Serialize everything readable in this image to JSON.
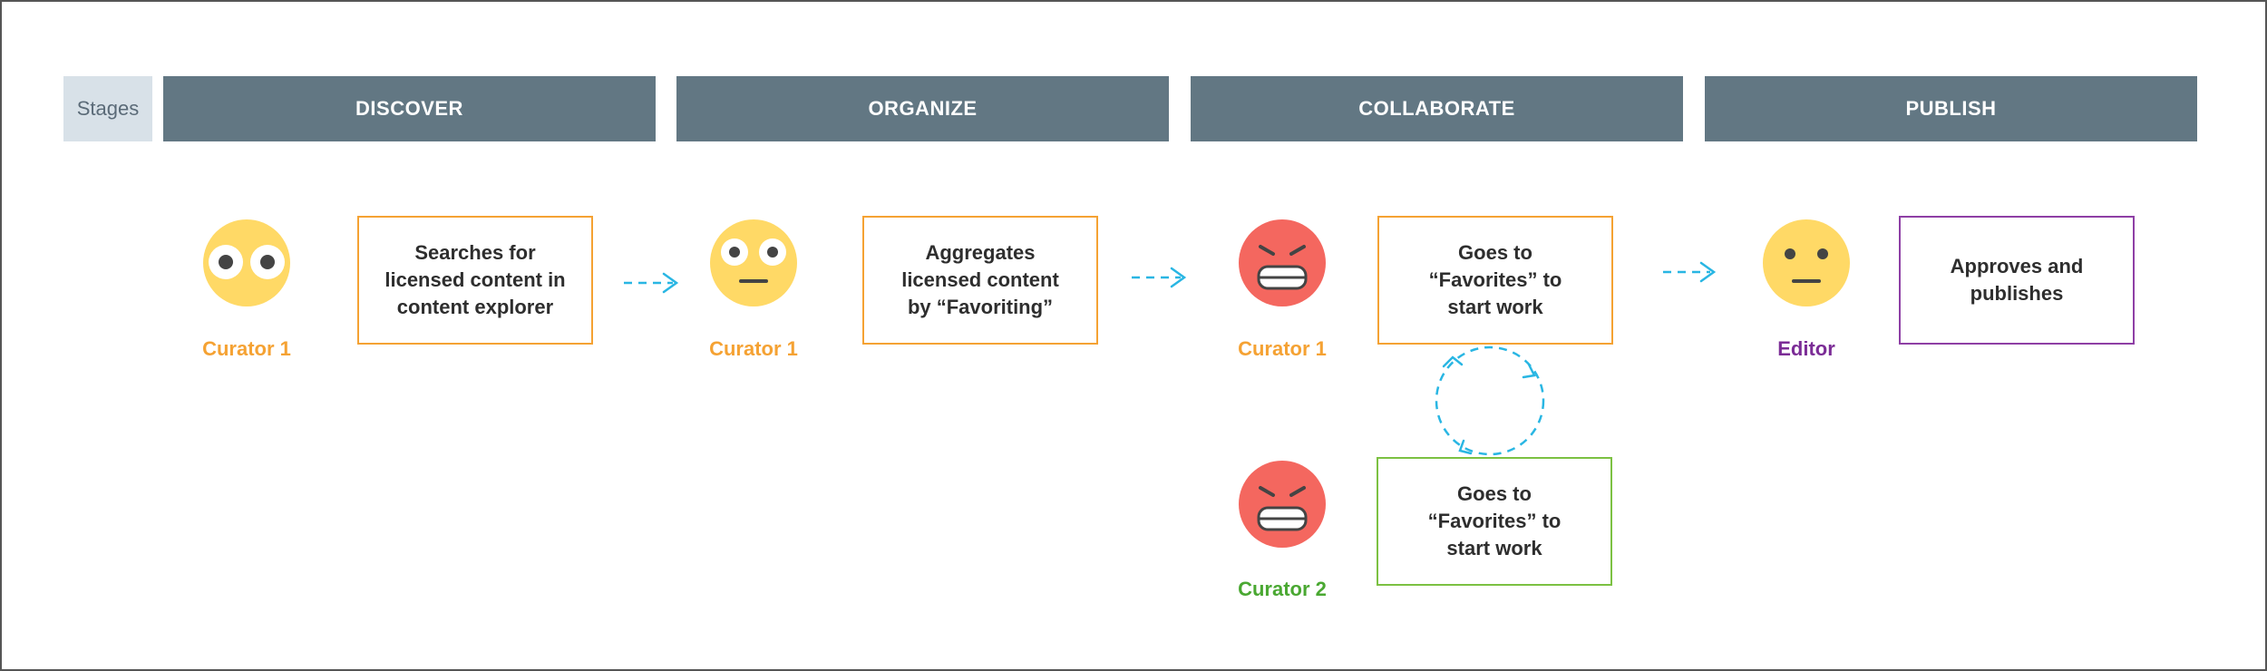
{
  "stages_label": "Stages",
  "stages": [
    "DISCOVER",
    "ORGANIZE",
    "COLLABORATE",
    "PUBLISH"
  ],
  "steps": [
    {
      "text": "Searches for\nlicensed content in\ncontent explorer",
      "person": "Curator 1",
      "face": "wide-eyed-face-icon",
      "border_color": "#f5a233",
      "person_color": "#f5a233"
    },
    {
      "text": "Aggregates\nlicensed content\nby “Favoriting”",
      "person": "Curator 1",
      "face": "neutral-wide-eyes-face-icon",
      "border_color": "#f5a233",
      "person_color": "#f5a233"
    },
    {
      "text": "Goes to\n“Favorites” to\nstart work",
      "person": "Curator 1",
      "face": "grimacing-red-face-icon",
      "border_color": "#f5a233",
      "person_color": "#f5a233"
    },
    {
      "text": "Approves and\npublishes",
      "person": "Editor",
      "face": "neutral-face-icon",
      "border_color": "#8e3fa5",
      "person_color": "#7b2c96"
    },
    {
      "text": "Goes to\n“Favorites” to\nstart work",
      "person": "Curator 2",
      "face": "grimacing-red-face-icon",
      "border_color": "#7cc142",
      "person_color": "#4aa832"
    }
  ],
  "colors": {
    "header_bg": "#627783",
    "stage_label_bg": "#d8e1e8",
    "arrow": "#29b6e3",
    "yellow_face": "#ffd966",
    "red_face": "#f4675f"
  }
}
